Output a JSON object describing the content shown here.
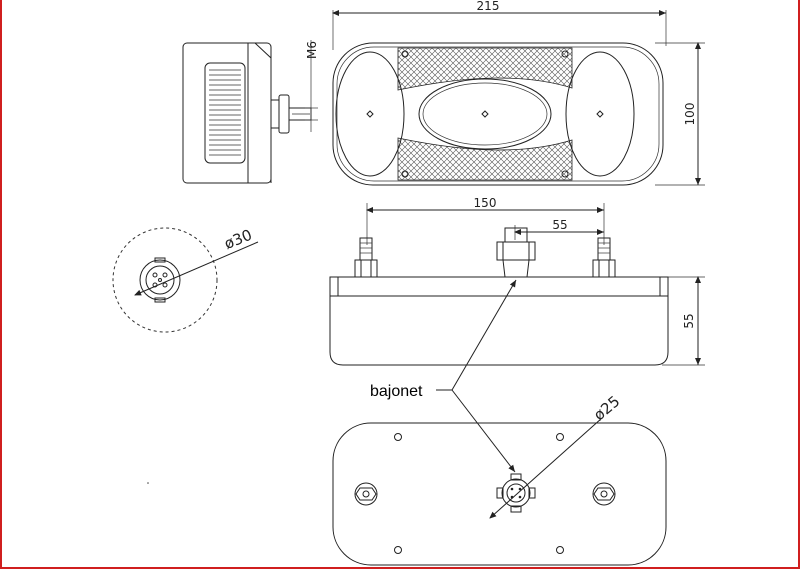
{
  "dimensions": {
    "width_total": "215",
    "height_total": "100",
    "thread": "M6",
    "bolt_spacing": "150",
    "offset": "55",
    "depth": "55",
    "connector_diameter": "ø30",
    "base_diameter": "ø25"
  },
  "labels": {
    "bajonet": "bajonet"
  },
  "colors": {
    "frame": "#d01f1f",
    "line": "#222222",
    "hatch": "#555555"
  }
}
